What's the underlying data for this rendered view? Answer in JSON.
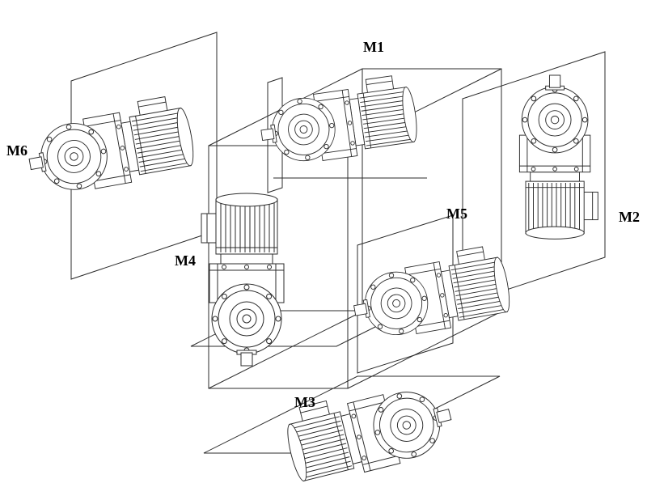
{
  "figure": {
    "background": "#ffffff",
    "line_color": "#2b2b2b",
    "label_color": "#000000",
    "labels": {
      "m1": "M1",
      "m2": "M2",
      "m3": "M3",
      "m4": "M4",
      "m5": "M5",
      "m6": "M6"
    }
  }
}
